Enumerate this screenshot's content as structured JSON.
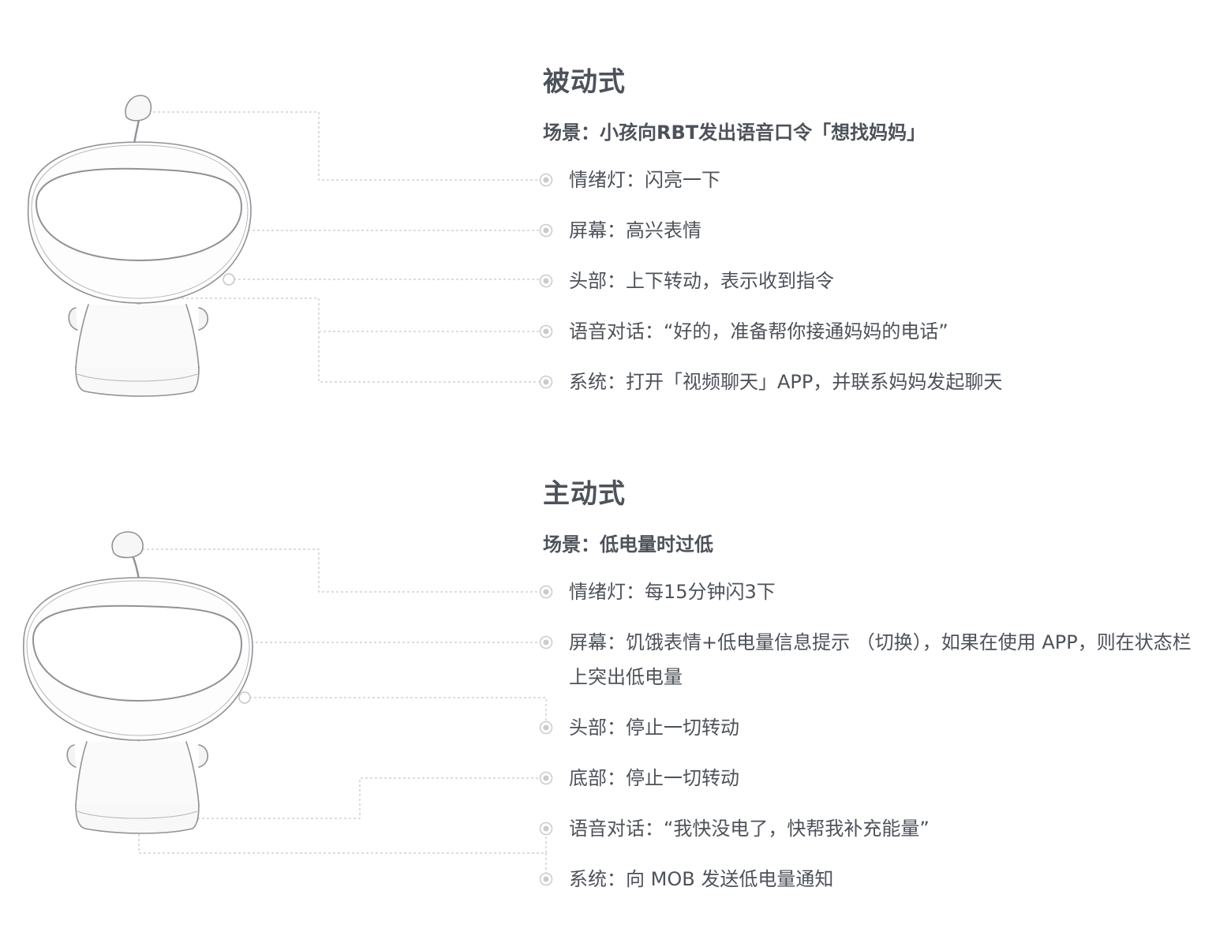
{
  "sections": [
    {
      "title": "被动式",
      "scene": "场景：小孩向RBT发出语音口令「想找妈妈」",
      "items": [
        "情绪灯：闪亮一下",
        "屏幕：高兴表情",
        "头部：上下转动，表示收到指令",
        "语音对话：“好的，准备帮你接通妈妈的电话”",
        "系统：打开「视频聊天」APP，并联系妈妈发起聊天"
      ]
    },
    {
      "title": "主动式",
      "scene": "场景：低电量时过低",
      "items": [
        "情绪灯：每15分钟闪3下",
        "屏幕：饥饿表情+低电量信息提示 （切换），如果在使用 APP，则在状态栏上突出低电量",
        "头部：停止一切转动",
        "底部：停止一切转动",
        "语音对话：“我快没电了，快帮我补充能量”",
        "系统：向 MOB 发送低电量通知"
      ]
    }
  ],
  "colors": {
    "text": "#4d525a",
    "connector": "#c9cbce",
    "sketch": "#8a8d91"
  },
  "icons": {
    "bullet": "target-dot-icon",
    "robot": "robot-sketch-icon"
  }
}
